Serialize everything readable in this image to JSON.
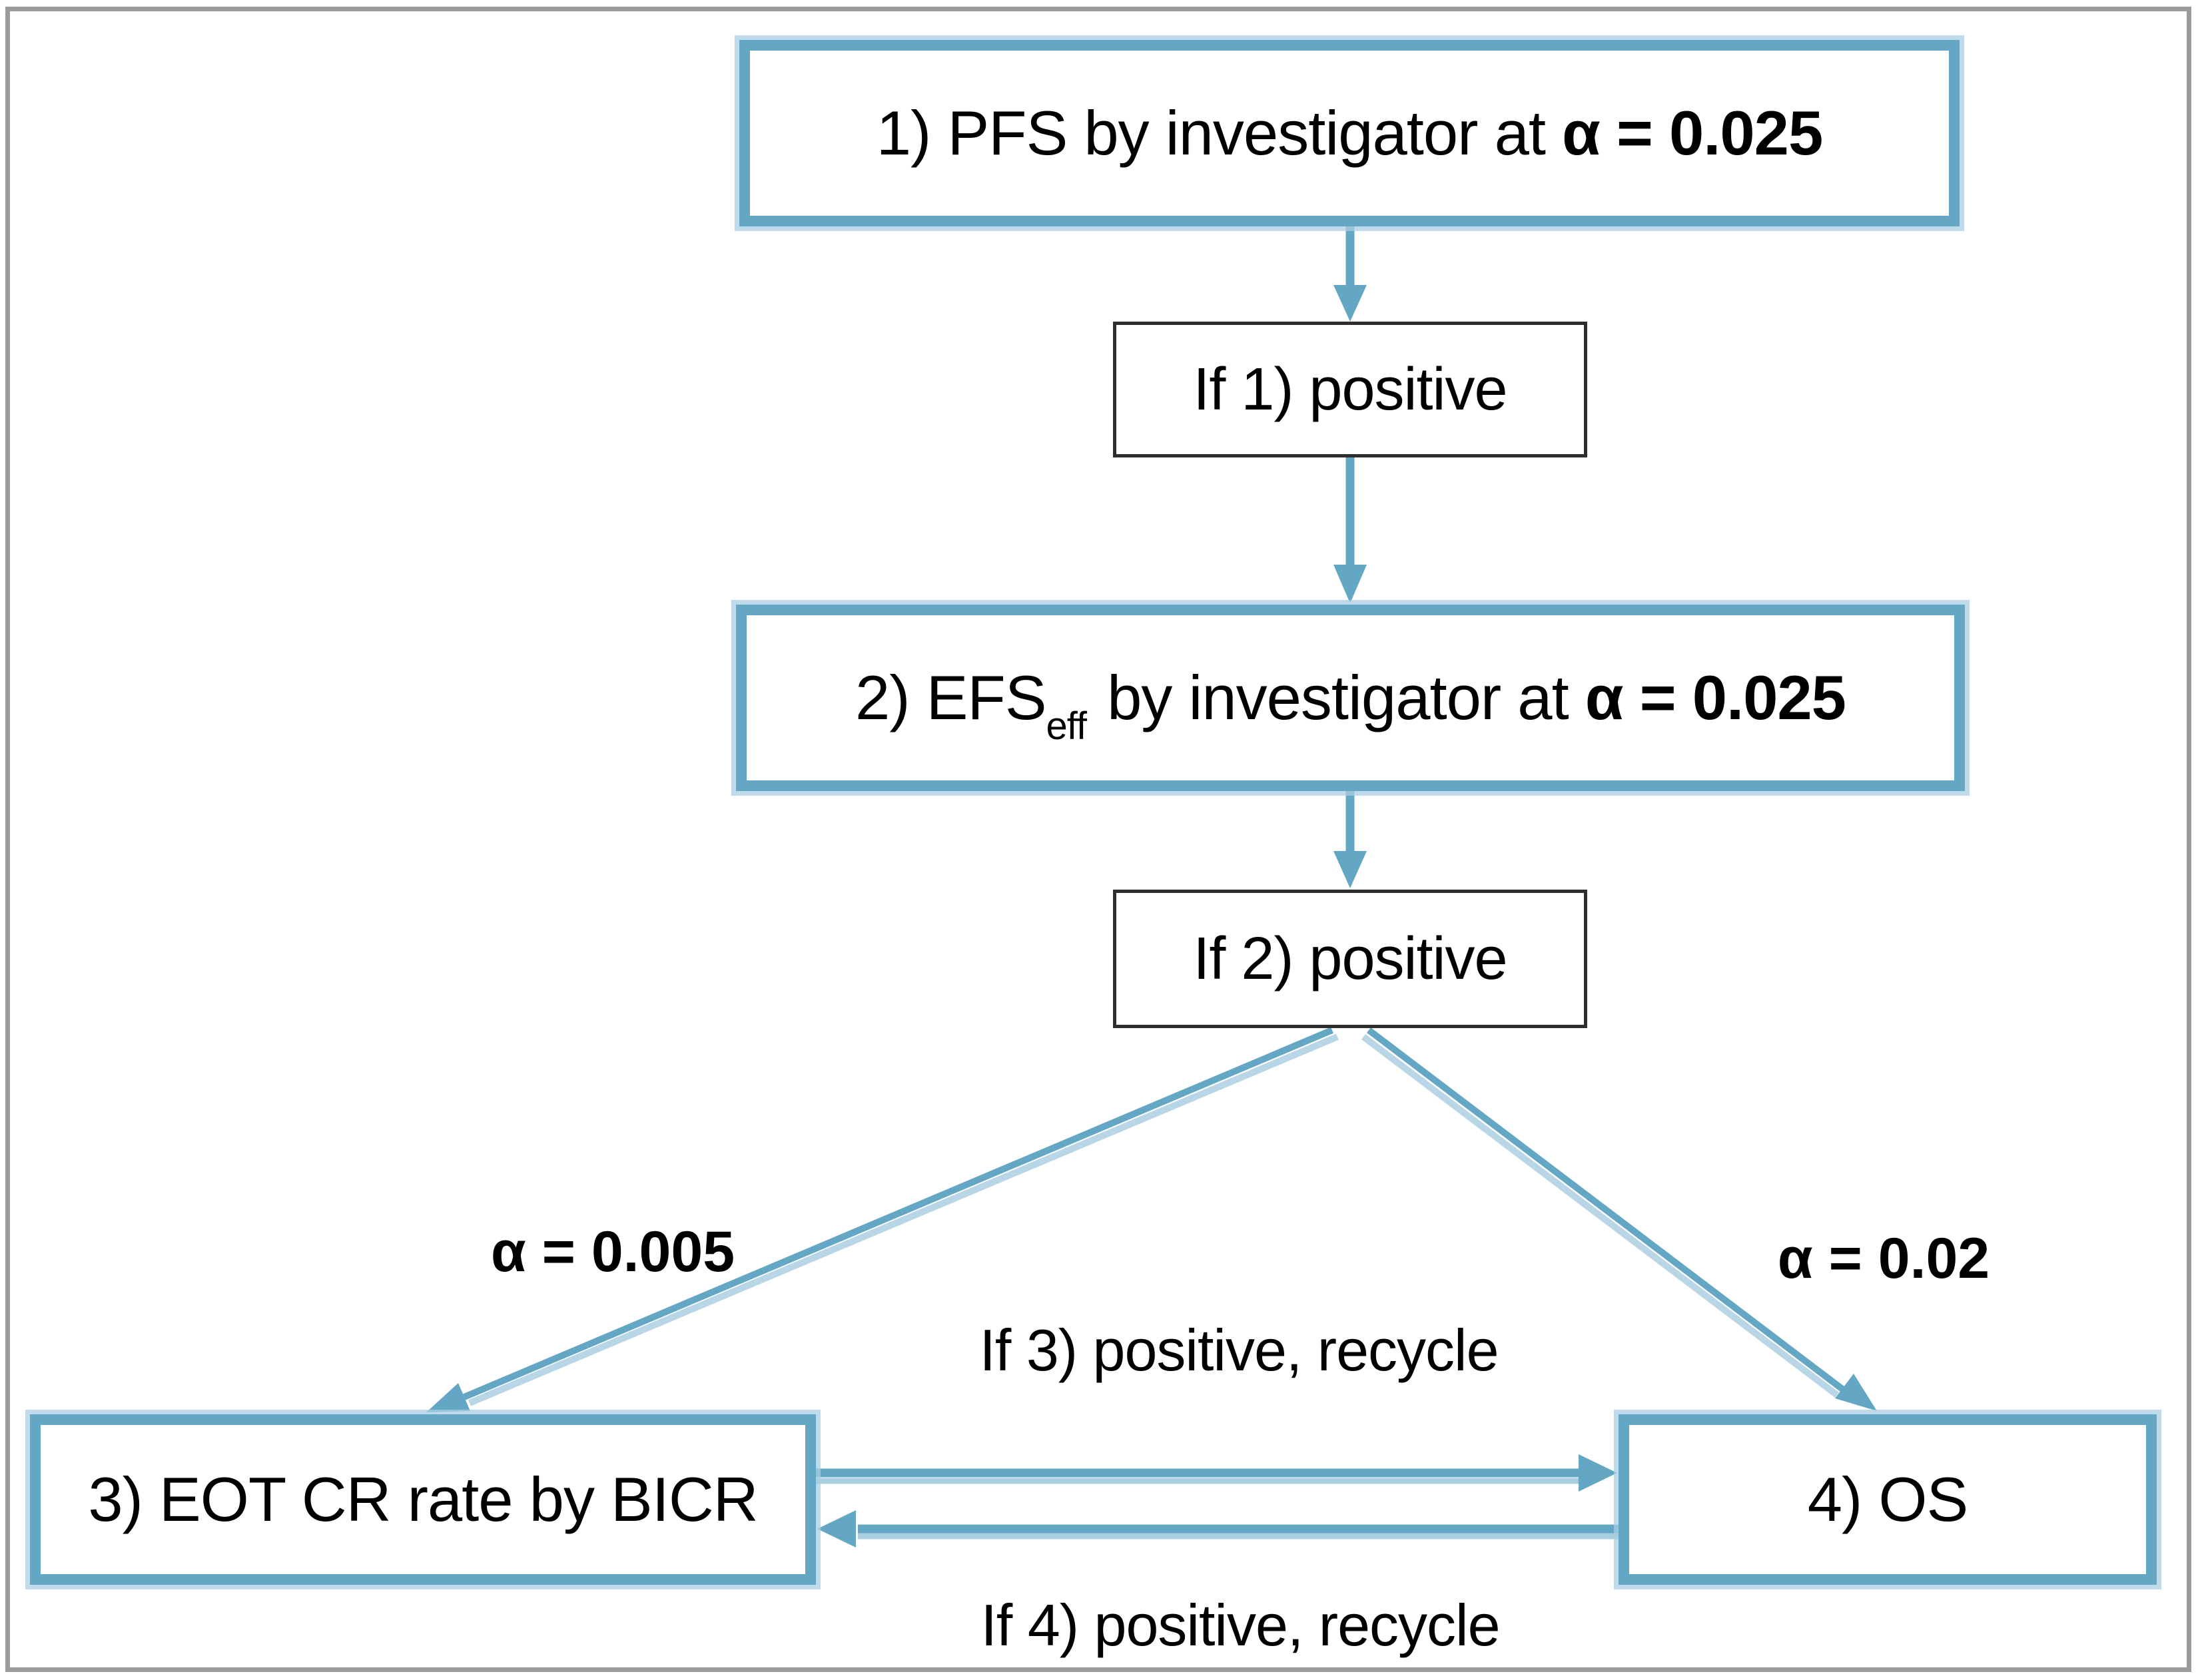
{
  "figure": {
    "colors": {
      "accent_blue": "#64a7c5",
      "accent_blue_light": "#a9cee0",
      "frame_gray": "#9b9b9b",
      "condition_border": "#2e2e2e",
      "text": "#000000",
      "background": "#ffffff"
    },
    "nodes": {
      "box1": {
        "text": "1) PFS by investigator at ",
        "bold": "α = 0.025"
      },
      "if1": {
        "text": "If 1) positive"
      },
      "box2": {
        "pre": "2) EFS",
        "sub": "eff",
        "mid": " by investigator at ",
        "bold": "α = 0.025"
      },
      "if2": {
        "text": "If 2) positive"
      },
      "box3": {
        "text": "3) EOT CR rate by BICR"
      },
      "box4": {
        "text": "4) OS"
      }
    },
    "edge_labels": {
      "alpha_left": "α = 0.005",
      "alpha_right": "α = 0.02",
      "recycle_top": "If 3) positive, recycle",
      "recycle_bottom": "If 4) positive, recycle"
    }
  }
}
